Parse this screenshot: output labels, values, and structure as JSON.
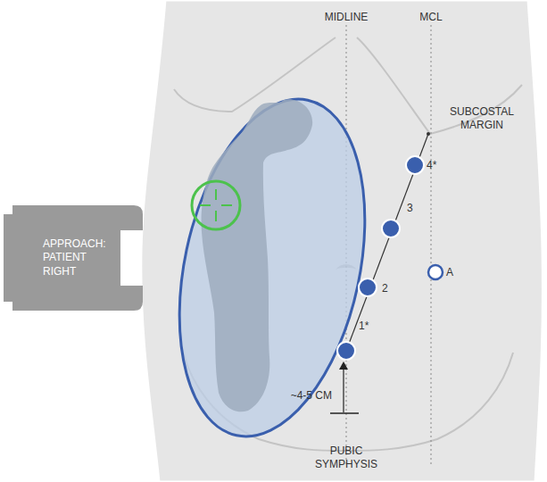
{
  "diagram": {
    "nodes": [
      {
        "text": [
          "APPROACH: PATIENT RIGHT"
        ]
      }
    ],
    "labels": [
      "MIDLINE",
      "MCL",
      "SUBCOSTAL MARGIN",
      "4*",
      "3",
      "A",
      "2",
      "1*",
      "~4-5 CM",
      "PUBIC SYMPHYSIS"
    ]
  }
}
